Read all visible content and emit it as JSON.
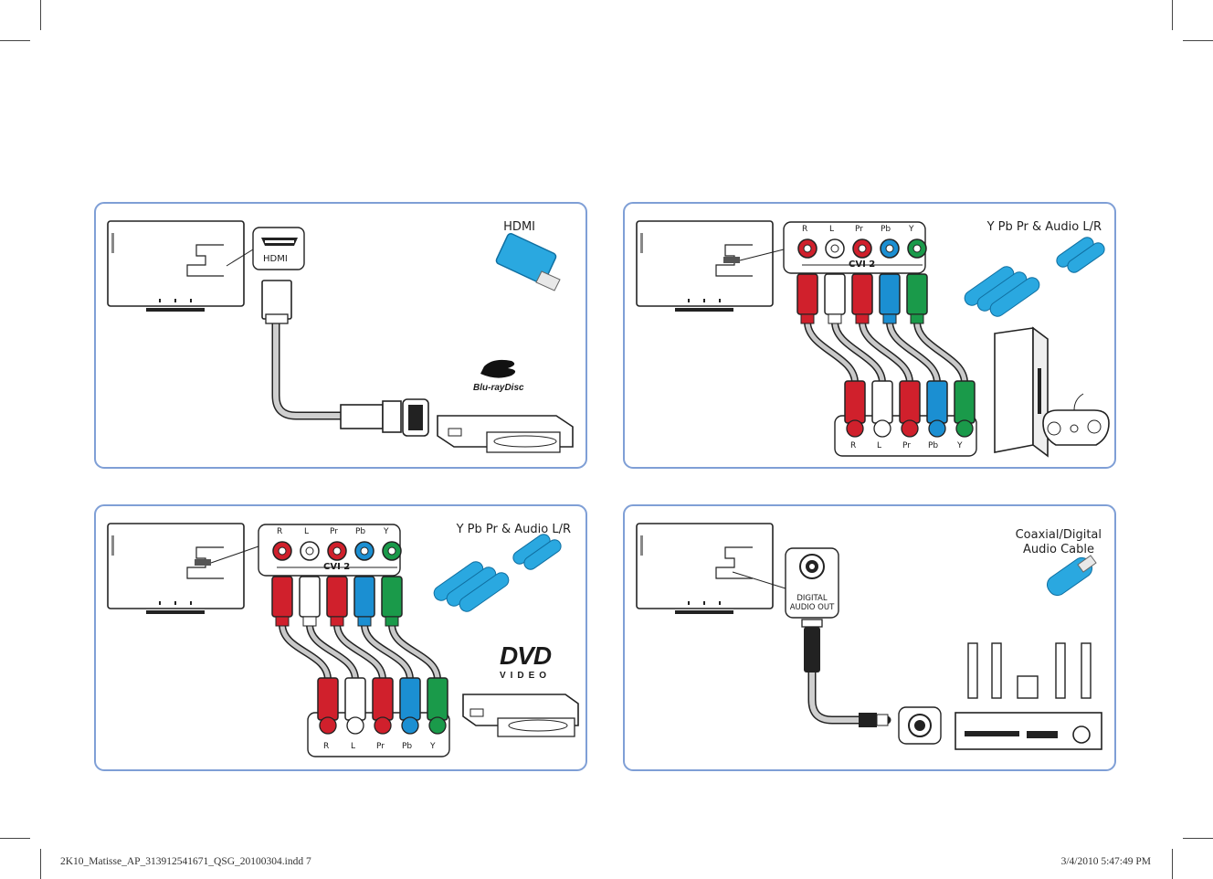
{
  "panels": {
    "hdmi": {
      "title": "HDMI",
      "port_label": "HDMI",
      "logo_text": "Blu-rayDisc"
    },
    "ypbpr_console": {
      "title": "Y Pb Pr & Audio L/R",
      "port_labels": [
        "R",
        "L",
        "Pr",
        "Pb",
        "Y"
      ],
      "bus_label": "CVI 2"
    },
    "ypbpr_dvd": {
      "title": "Y Pb Pr & Audio L/R",
      "port_labels": [
        "R",
        "L",
        "Pr",
        "Pb",
        "Y"
      ],
      "bus_label": "CVI 2",
      "logo_main": "DVD",
      "logo_sub": "VIDEO"
    },
    "coaxial": {
      "title_line1": "Coaxial/Digital",
      "title_line2": "Audio Cable",
      "port_label_line1": "DIGITAL",
      "port_label_line2": "AUDIO OUT"
    }
  },
  "colors": {
    "panel_border": "#7f9fd6",
    "red": "#d0202c",
    "white": "#ffffff",
    "blue": "#1b8fd2",
    "green": "#1a9a4a",
    "cable_grey": "#c9c9c9"
  },
  "footer": {
    "file": "2K10_Matisse_AP_313912541671_QSG_20100304.indd   7",
    "timestamp": "3/4/2010   5:47:49 PM"
  }
}
